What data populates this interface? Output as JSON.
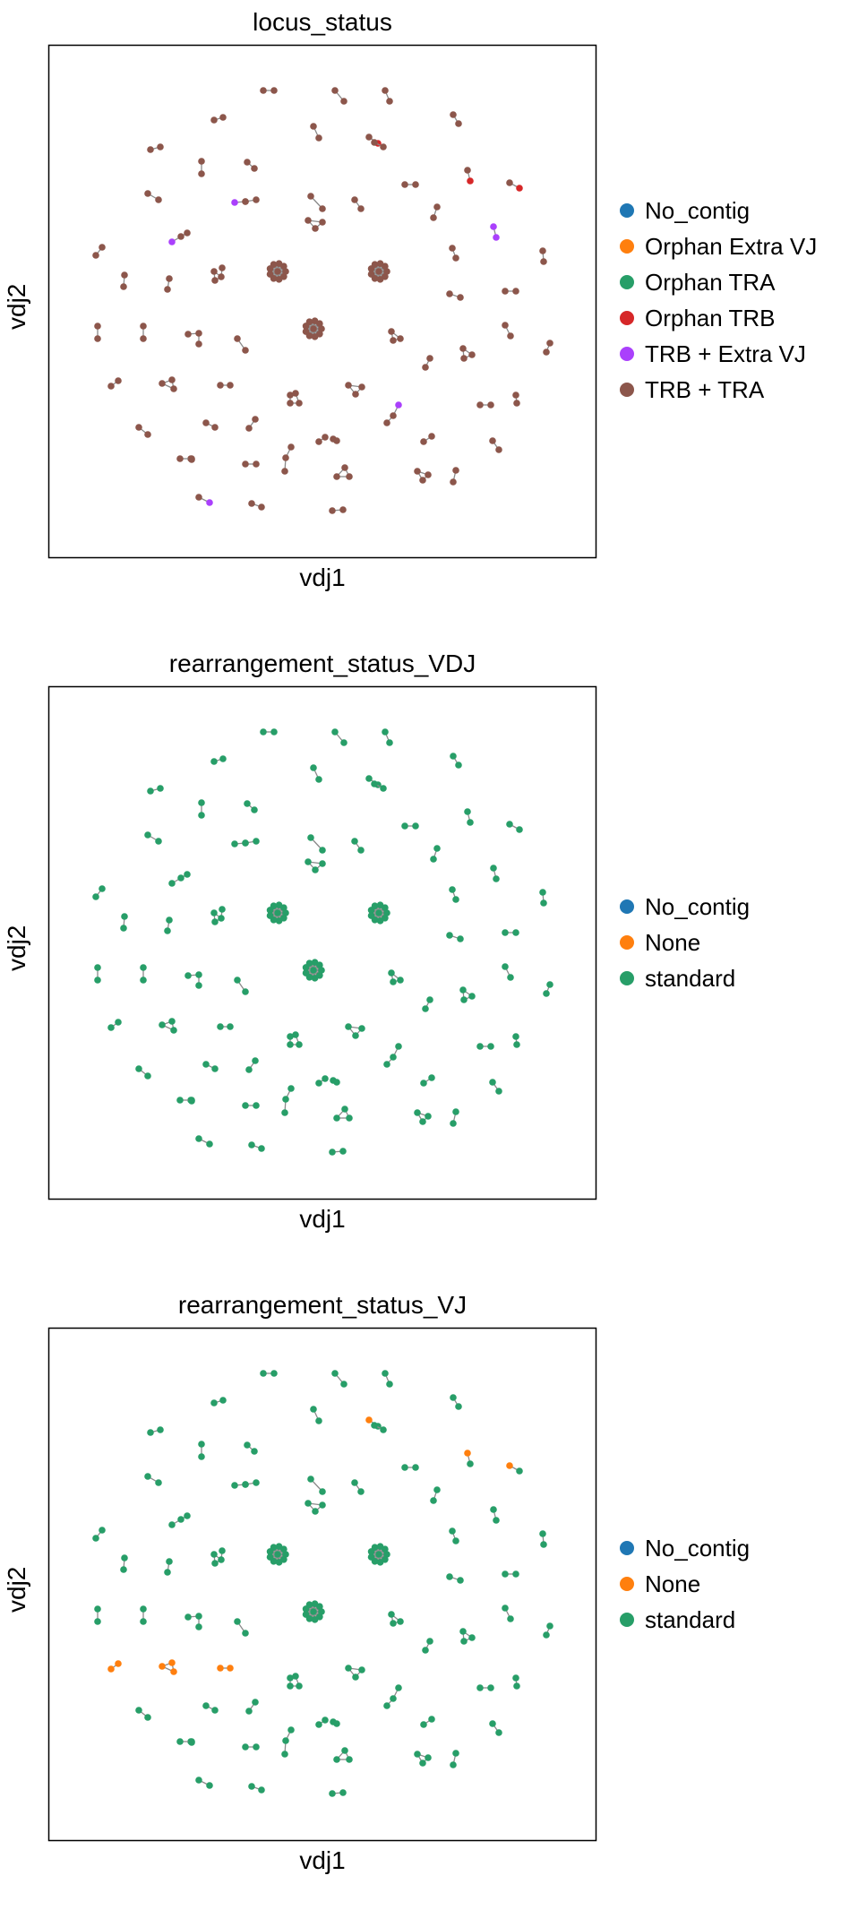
{
  "chart_data": [
    {
      "type": "scatter",
      "title": "locus_status",
      "xlabel": "vdj1",
      "ylabel": "vdj2",
      "grid": false,
      "legend_position": "right",
      "series": [
        {
          "name": "No_contig",
          "color": "#1f77b4"
        },
        {
          "name": "Orphan Extra VJ",
          "color": "#ff7f0e"
        },
        {
          "name": "Orphan TRA",
          "color": "#279e68"
        },
        {
          "name": "Orphan TRB",
          "color": "#d62728"
        },
        {
          "name": "TRB + Extra VJ",
          "color": "#aa40fc"
        },
        {
          "name": "TRB + TRA",
          "color": "#8c564b"
        }
      ]
    },
    {
      "type": "scatter",
      "title": "rearrangement_status_VDJ",
      "xlabel": "vdj1",
      "ylabel": "vdj2",
      "grid": false,
      "legend_position": "right",
      "series": [
        {
          "name": "No_contig",
          "color": "#1f77b4"
        },
        {
          "name": "None",
          "color": "#ff7f0e"
        },
        {
          "name": "standard",
          "color": "#279e68"
        }
      ]
    },
    {
      "type": "scatter",
      "title": "rearrangement_status_VJ",
      "xlabel": "vdj1",
      "ylabel": "vdj2",
      "grid": false,
      "legend_position": "right",
      "series": [
        {
          "name": "No_contig",
          "color": "#1f77b4"
        },
        {
          "name": "None",
          "color": "#ff7f0e"
        },
        {
          "name": "standard",
          "color": "#279e68"
        }
      ]
    }
  ]
}
